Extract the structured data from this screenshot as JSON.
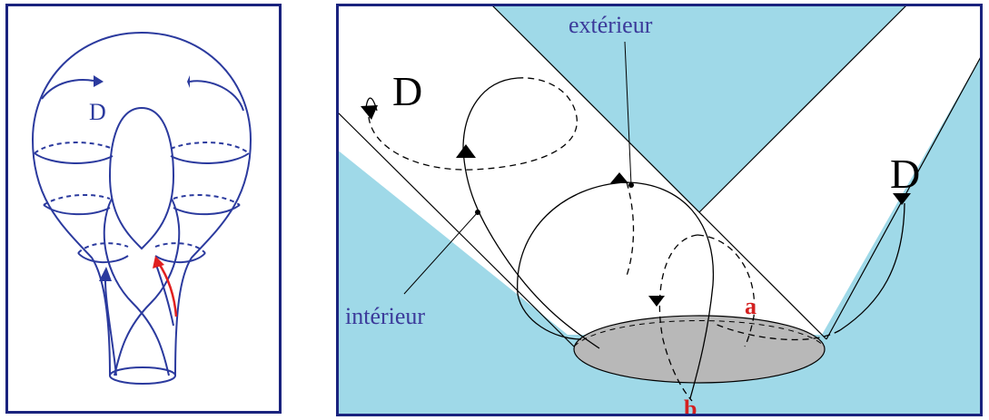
{
  "left_figure": {
    "labels": {
      "D": "D"
    },
    "colors": {
      "line": "#2b3a9e",
      "frame": "#1a237e",
      "highlight_arrow": "#e02020"
    }
  },
  "right_figure": {
    "labels": {
      "exterior": "extérieur",
      "interior": "intérieur",
      "D_left": "D",
      "D_right": "D",
      "a": "a",
      "b": "b"
    },
    "colors": {
      "band": "#9fd9e8",
      "frame": "#1a237e",
      "label_blue": "#3b3a9a",
      "label_red": "#d42020",
      "disk": "#b8b8b8"
    }
  }
}
